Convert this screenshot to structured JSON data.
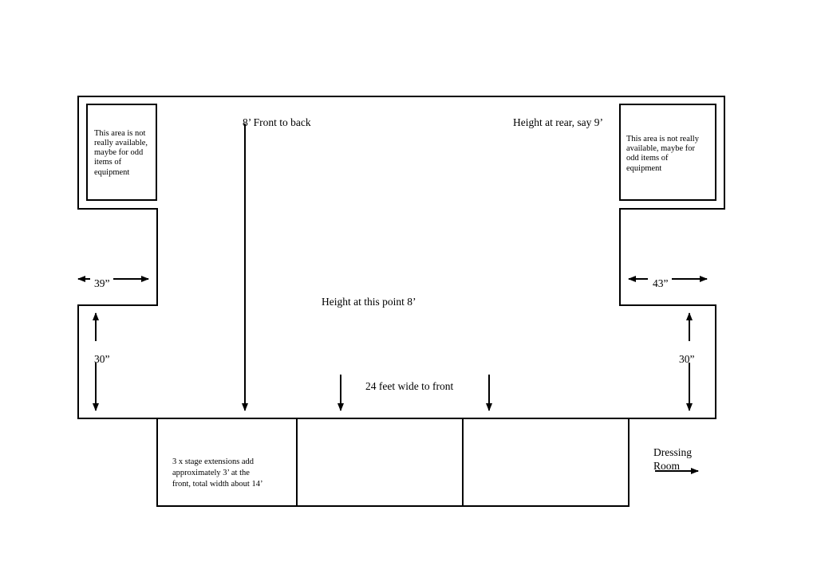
{
  "left_corner_note": [
    "This area is not",
    "really available,",
    "maybe for odd",
    "items of",
    "equipment"
  ],
  "right_corner_note": [
    "This area is not really",
    "available, maybe for",
    "odd items of",
    "equipment"
  ],
  "front_to_back": "8’ Front to back",
  "height_rear": "Height at rear, say 9’",
  "left_width": "39”",
  "right_width": "43”",
  "height_point": "Height at this point 8’",
  "left_depth": "30”",
  "right_depth": "30”",
  "front_width": "24 feet wide to front",
  "extensions_note": [
    "3 x stage extensions add",
    "approximately 3’ at the",
    "front, total width about 14’"
  ],
  "dressing_room": [
    "Dressing",
    "Room"
  ]
}
